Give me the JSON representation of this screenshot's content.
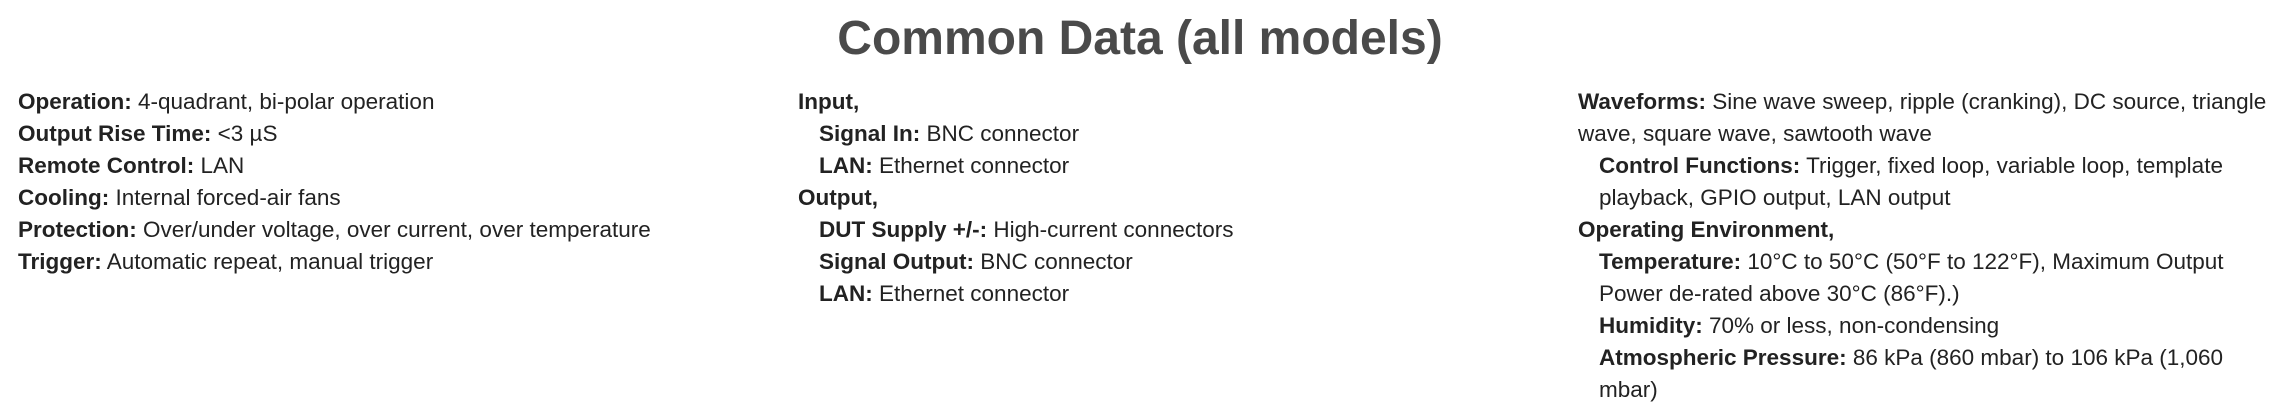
{
  "title": "Common Data (all models)",
  "column1": [
    {
      "label": "Operation:",
      "value": " 4-quadrant, bi-polar operation"
    },
    {
      "label": "Output Rise Time:",
      "value": " <3 µS"
    },
    {
      "label": "Remote Control:",
      "value": " LAN"
    },
    {
      "label": "Cooling:",
      "value": " Internal forced-air fans"
    },
    {
      "label": "Protection:",
      "value": " Over/under voltage, over current, over temperature"
    },
    {
      "label": "Trigger:",
      "value": " Automatic repeat, manual trigger"
    }
  ],
  "column2": [
    {
      "label": "Input,",
      "value": ""
    },
    {
      "label": "Signal In:",
      "value": " BNC connector"
    },
    {
      "label": "LAN:",
      "value": " Ethernet connector"
    },
    {
      "label": "Output,",
      "value": ""
    },
    {
      "label": "DUT Supply +/-:",
      "value": " High-current connectors"
    },
    {
      "label": "Signal Output:",
      "value": " BNC connector"
    },
    {
      "label": "LAN:",
      "value": " Ethernet connector"
    }
  ],
  "column3": [
    {
      "label": "Waveforms:",
      "value": " Sine wave sweep, ripple (cranking), DC source, triangle wave, square wave, sawtooth wave"
    },
    {
      "label": "Control Functions:",
      "value": " Trigger, fixed loop, variable loop, template playback, GPIO output, LAN output"
    },
    {
      "label": "Operating Environment,",
      "value": ""
    },
    {
      "label": "Temperature:",
      "value": " 10°C to 50°C (50°F to 122°F), Maximum Output Power de-rated above 30°C (86°F).)"
    },
    {
      "label": "Humidity:",
      "value": " 70% or less, non-condensing"
    },
    {
      "label": "Atmospheric Pressure:",
      "value": " 86 kPa (860 mbar) to 106 kPa (1,060 mbar)"
    }
  ]
}
